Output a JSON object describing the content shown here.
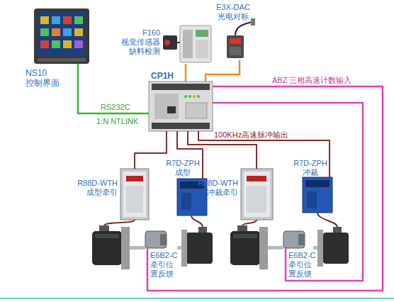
{
  "diagram": {
    "nodes": [
      {
        "text": [
          "NS10 控制界面"
        ]
      },
      {
        "text": [
          "F160 视觉传感器 缺料检测"
        ]
      },
      {
        "text": [
          "E3X-DAC 光电对标"
        ]
      },
      {
        "text": [
          "CP1H"
        ]
      },
      {
        "text": [
          "R88D-WTH 成型牵引"
        ]
      },
      {
        "text": [
          "R7D-ZPH 成型"
        ]
      },
      {
        "text": [
          "R88D-WTH 冲裁牵引"
        ]
      },
      {
        "text": [
          "R7D-ZPH 冲裁"
        ]
      },
      {
        "text": [
          "E6B2-C 牵引位置反馈"
        ]
      },
      {
        "text": [
          "E6B2-C 牵引位置反馈"
        ]
      }
    ],
    "edges": [
      {
        "from": 0,
        "to": 3,
        "arrow": "none"
      },
      {
        "from": 1,
        "to": 3,
        "arrow": "none"
      },
      {
        "from": 2,
        "to": 3,
        "arrow": "none"
      },
      {
        "from": 3,
        "to": 4,
        "arrow": "none"
      },
      {
        "from": 3,
        "to": 5,
        "arrow": "none"
      },
      {
        "from": 3,
        "to": 6,
        "arrow": "none"
      },
      {
        "from": 3,
        "to": 7,
        "arrow": "none"
      },
      {
        "from": 8,
        "to": 3,
        "arrow": "none"
      },
      {
        "from": 9,
        "to": 3,
        "arrow": "none"
      }
    ],
    "labels": [
      "RS232C",
      "1:N NTLINK",
      "ABZ 三相高速计数输入",
      "100KHz高速脉冲输出"
    ]
  }
}
